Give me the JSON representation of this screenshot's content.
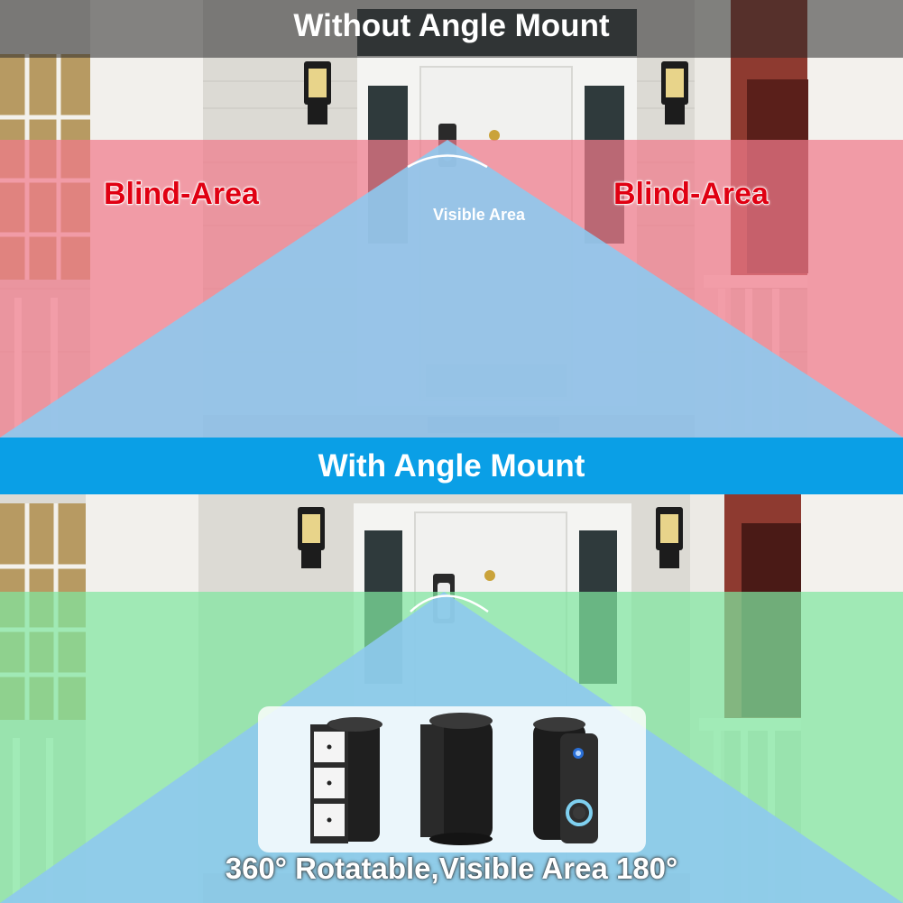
{
  "header": {
    "title": "Without Angle Mount"
  },
  "labels": {
    "blind_left": "Blind-Area",
    "blind_right": "Blind-Area",
    "visible_area": "Visible Area"
  },
  "banner": {
    "title": "With Angle Mount"
  },
  "caption": {
    "text": "360° Rotatable,Visible Area 180°"
  },
  "colors": {
    "blind_overlay": "#f07a8a",
    "visible_overlay": "#8ec9ee",
    "green_overlay": "#7fe6a0",
    "banner_blue": "#0a9fe6",
    "label_red": "#e00012"
  },
  "products": [
    {
      "icon": "angle-mount-with-spacers-icon"
    },
    {
      "icon": "angle-mount-side-icon"
    },
    {
      "icon": "angle-mount-with-doorbell-icon"
    }
  ]
}
